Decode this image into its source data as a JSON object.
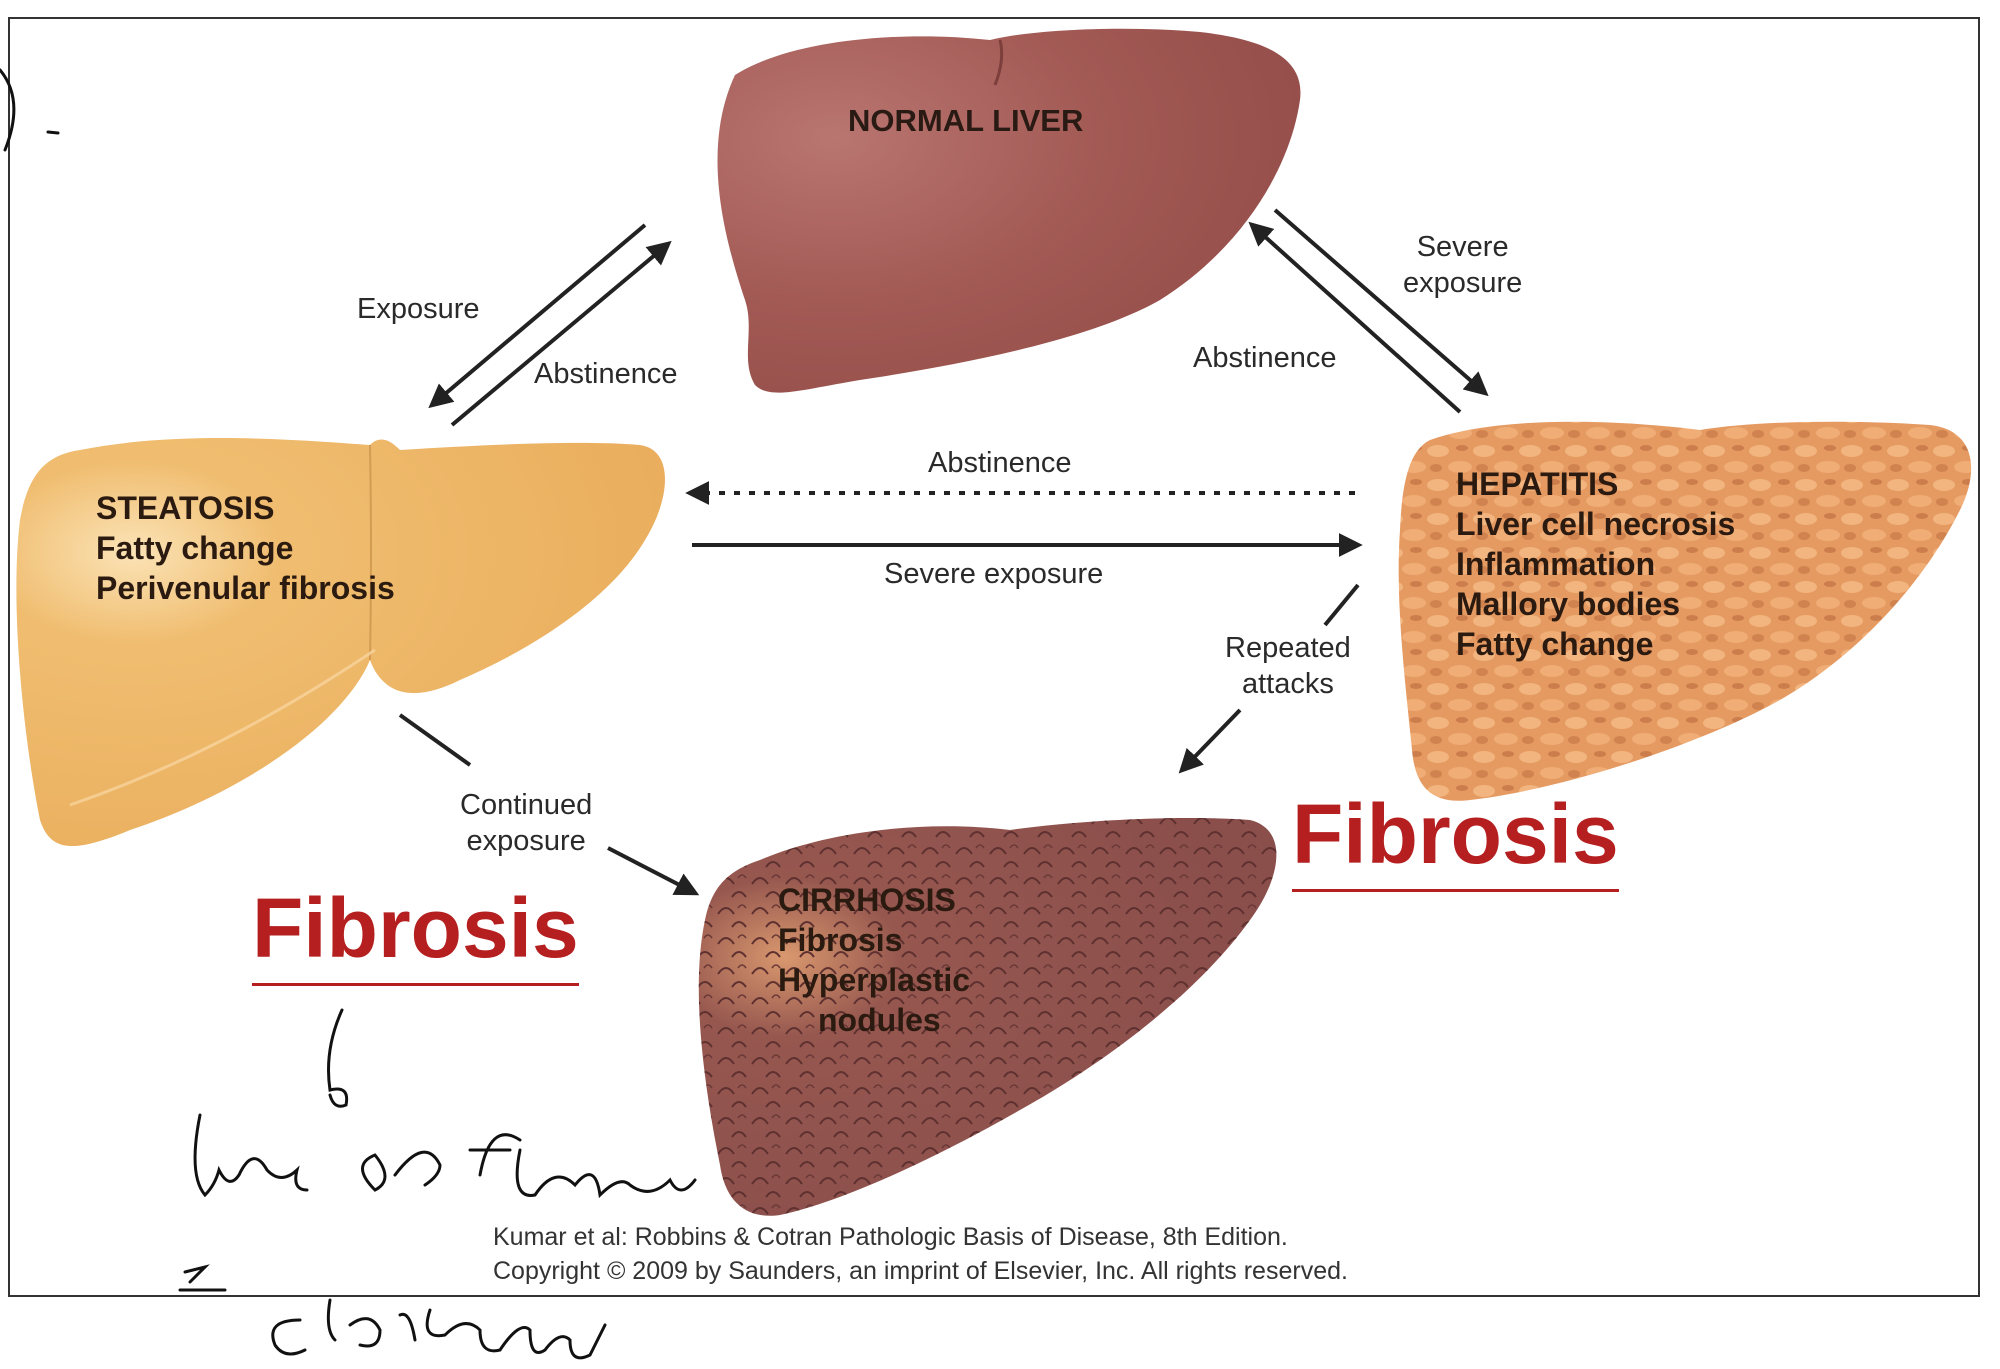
{
  "stages": {
    "normal": {
      "title": "NORMAL LIVER",
      "color": "#a35a55"
    },
    "steatosis": {
      "title": "STEATOSIS",
      "lines": [
        "Fatty change",
        "Perivenular fibrosis"
      ],
      "color": "#eeb86a"
    },
    "hepatitis": {
      "title": "HEPATITIS",
      "lines": [
        "Liver cell necrosis",
        "Inflammation",
        "Mallory bodies",
        "Fatty change"
      ],
      "color": "#e0935d"
    },
    "cirrhosis": {
      "title": "CIRRHOSIS",
      "lines": [
        "Fibrosis",
        "Hyperplastic",
        "nodules"
      ],
      "color": "#8f5350"
    }
  },
  "arrows": {
    "exposure": "Exposure",
    "abstinence_left": "Abstinence",
    "severe_exposure_top": [
      "Severe",
      "exposure"
    ],
    "abstinence_right": "Abstinence",
    "abstinence_middle": "Abstinence",
    "severe_exposure_middle": "Severe exposure",
    "repeated_attacks": [
      "Repeated",
      "attacks"
    ],
    "continued_exposure": [
      "Continued",
      "exposure"
    ]
  },
  "annotations": {
    "fibrosis_left": "Fibrosis",
    "fibrosis_right": "Fibrosis",
    "fibrosis_color": "#b51f1f"
  },
  "citation": [
    "Kumar et al: Robbins & Cotran Pathologic Basis of Disease, 8th Edition.",
    "Copyright © 2009 by Saunders, an imprint of Elsevier, Inc. All rights reserved."
  ],
  "handwriting": [
    "6",
    "lots of fibrosis",
    "→ cirrhosis"
  ]
}
